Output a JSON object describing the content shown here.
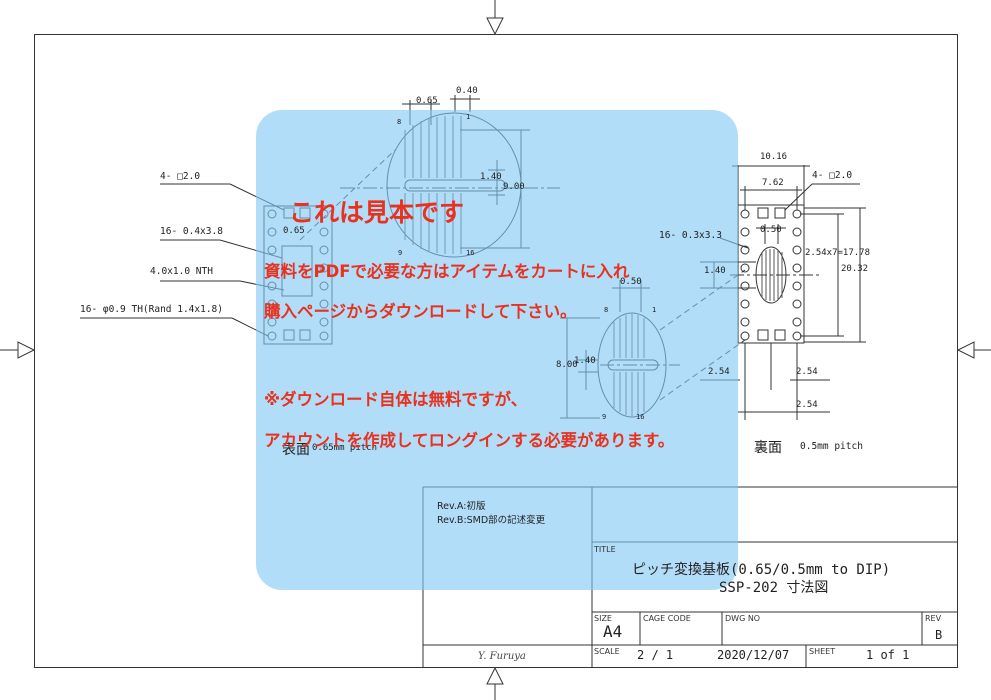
{
  "drawing": {
    "callouts_front": {
      "pad": "4- □2.0",
      "smd": "16- 0.4x3.8",
      "nth": "4.0x1.0 NTH",
      "th": "16- φ0.9 TH(Rand 1.4x1.8)"
    },
    "callouts_back": {
      "pad": "4- □2.0",
      "smd": "16- 0.3x3.3"
    },
    "dims": {
      "d065_top": "0.65",
      "d040_top": "0.40",
      "d140_top": "1.40",
      "d900": "9.00",
      "d065_board": "0.65",
      "d1016": "10.16",
      "d762": "7.62",
      "d050_board": "0.50",
      "d140_board": "1.40",
      "d2032": "20.32",
      "d254x7": "2.54x7=17.78",
      "d050_detail": "0.50",
      "d800": "8.00",
      "d140_detail": "1.40",
      "d254_a": "2.54",
      "d254_b": "2.54",
      "d254_c": "2.54"
    },
    "pins": {
      "p8": "8",
      "p1": "1",
      "p9": "9",
      "p16": "16",
      "q9": "9",
      "q16": "16",
      "q8": "8",
      "q1": "1"
    },
    "front_label": "表面",
    "front_pitch": "0.65mm pitch",
    "back_label": "裏面",
    "back_pitch": "0.5mm pitch"
  },
  "overlay": {
    "line1": "これは見本です",
    "line2": "資料をPDFで必要な方はアイテムをカートに入れ",
    "line3": "購入ページからダウンロードして下さい。",
    "line4": "※ダウンロード自体は無料ですが、",
    "line5": "アカウントを作成してロングインする必要があります。"
  },
  "title_block": {
    "revisions": [
      "Rev.A:初版",
      "Rev.B:SMD部の記述変更"
    ],
    "title_label": "TITLE",
    "title_line1": "ピッチ変換基板(0.65/0.5mm to DIP)",
    "title_line2": "SSP-202 寸法図",
    "size_label": "SIZE",
    "size_value": "A4",
    "cage_label": "CAGE CODE",
    "dwg_label": "DWG NO",
    "rev_label": "REV",
    "rev_value": "B",
    "signature": "Y. Furuya",
    "scale_label": "SCALE",
    "scale_value": "2 / 1",
    "date": "2020/12/07",
    "sheet_label": "SHEET",
    "sheet_value": "1 of 1"
  }
}
